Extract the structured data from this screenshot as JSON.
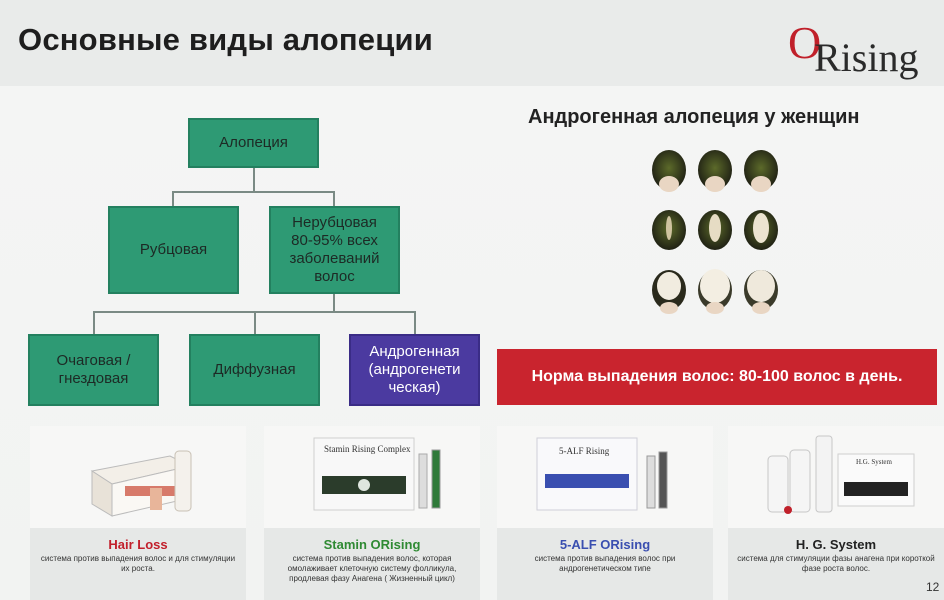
{
  "title": "Основные виды алопеции",
  "logo": {
    "letter": "O",
    "rest": "Rising"
  },
  "tree": {
    "root": "Алопеция",
    "scar": "Рубцовая",
    "nonscar": "Нерубцовая 80-95% всех заболеваний волос",
    "focal": "Очаговая / гнездовая",
    "diffuse": "Диффузная",
    "androgenic": "Андрогенная (андрогенети ческая)"
  },
  "subtitle": "Андрогенная алопеция у женщин",
  "banner": "Норма выпадения волос: 80-100 волос в день.",
  "products": [
    {
      "name": "Hair Loss",
      "desc": "система против выпадения волос и для стимуляции их роста.",
      "name_color": "#c21f2b",
      "box_label": ""
    },
    {
      "name": "Stamin ORising",
      "desc": "система против выпадения волос, которая омолаживает клеточную систему фолликула, продлевая фазу Анагена ( Жизненный цикл)",
      "name_color": "#2f8a33",
      "box_label": "Stamin Rising Complex"
    },
    {
      "name": "5-ALF ORising",
      "desc": "система против выпадения волос при андрогенетическом типе",
      "name_color": "#3a4fb0",
      "box_label": "5-ALF Rising"
    },
    {
      "name": "H. G. System",
      "desc": "система для стимуляции фазы анагена при короткой фазе роста волос.",
      "name_color": "#222222",
      "box_label": "H.G. System"
    }
  ],
  "page_number": "12"
}
